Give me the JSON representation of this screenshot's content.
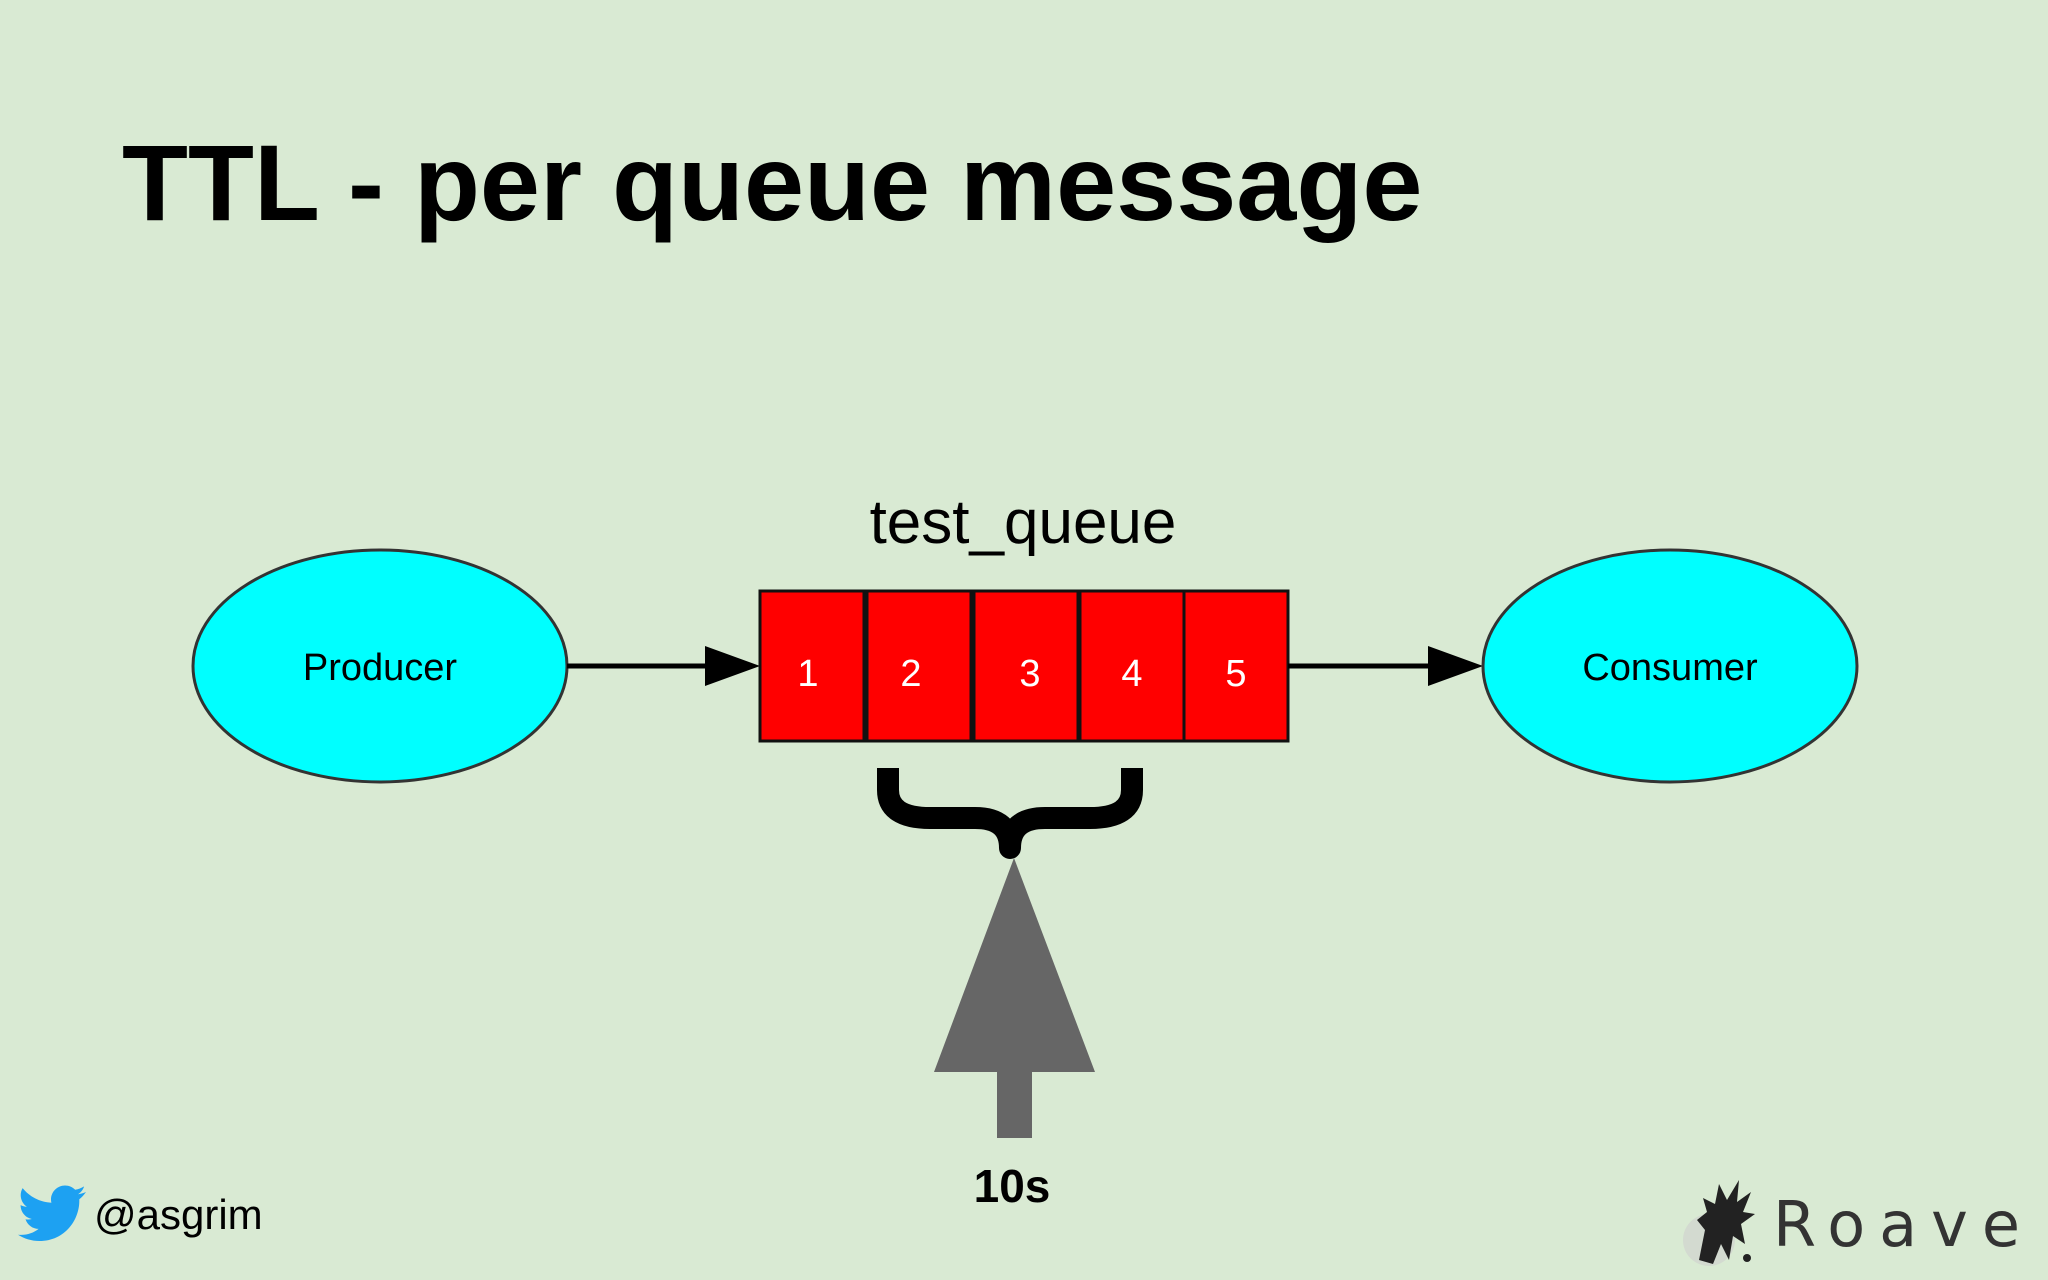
{
  "slide": {
    "title": "TTL - per queue message",
    "footer_handle": "@asgrim",
    "logo_text": "Roave"
  },
  "diagram": {
    "producer_label": "Producer",
    "consumer_label": "Consumer",
    "queue_name": "test_queue",
    "messages": [
      "1",
      "2",
      "3",
      "4",
      "5"
    ],
    "ttl_label": "10s"
  },
  "colors": {
    "background": "#d9ead3",
    "node_fill": "#00ffff",
    "message_fill": "#ff0000",
    "pointer_arrow": "#666666"
  },
  "icons": {
    "twitter": "twitter-bird-icon",
    "logo": "roave-logo-icon"
  }
}
